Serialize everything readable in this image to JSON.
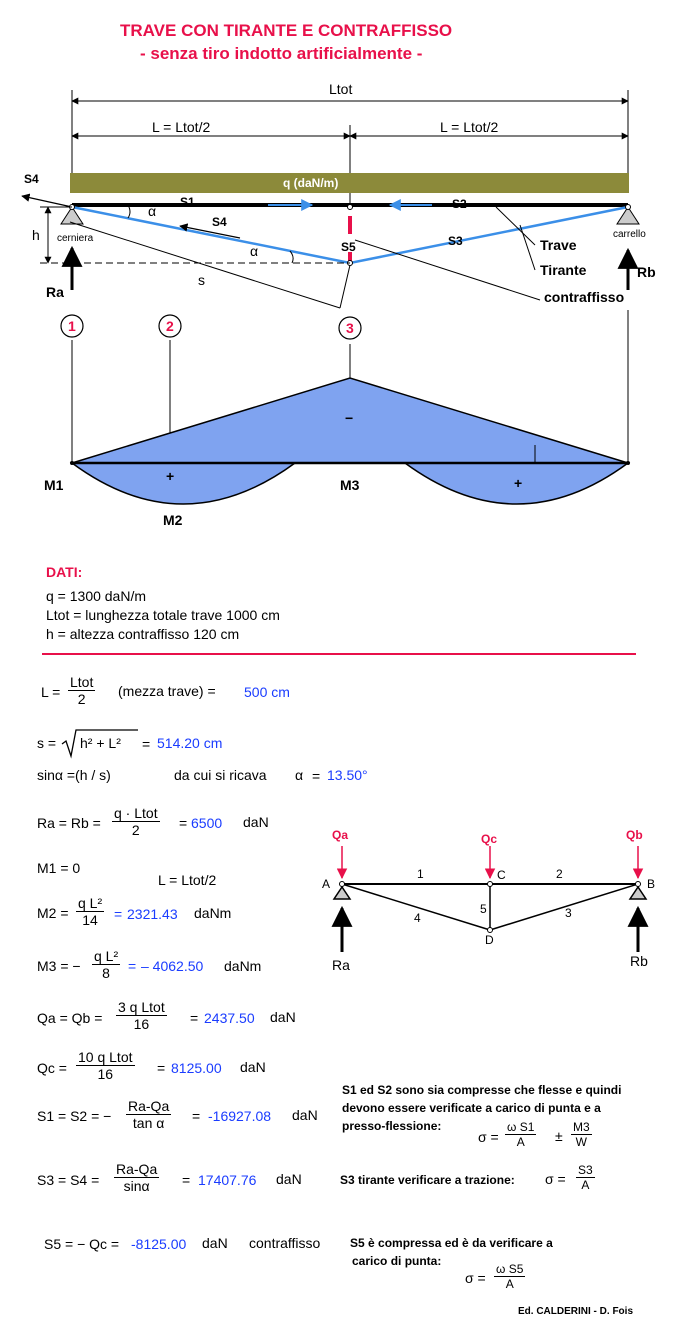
{
  "title": {
    "line1": "TRAVE CON TIRANTE E CONTRAFFISSO",
    "line2": "- senza tiro indotto artificialmente -"
  },
  "diagram": {
    "ltot": "Ltot",
    "l_left": "L = Ltot/2",
    "l_right": "L = Ltot/2",
    "load": "q (daN/m)",
    "s4_ext": "S4",
    "s1": "S1",
    "s2": "S2",
    "s3": "S3",
    "s4": "S4",
    "s5": "S5",
    "alpha1": "α",
    "alpha2": "α",
    "h": "h",
    "s": "s",
    "cerniera": "cerniera",
    "carrello": "carrello",
    "ra": "Ra",
    "rb": "Rb",
    "trave": "Trave",
    "tirante": "Tirante",
    "contraffisso": "contraffisso",
    "sec1": "1",
    "sec2": "2",
    "sec3": "3",
    "minus": "−",
    "plus1": "+",
    "plus2": "+",
    "m1": "M1",
    "m2": "M2",
    "m3": "M3"
  },
  "dati": {
    "heading": "DATI:",
    "q": "q = 1300 daN/m",
    "ltot": "Ltot = lunghezza totale trave 1000 cm",
    "h": "h = altezza contraffisso 120 cm"
  },
  "formulas": {
    "L": {
      "lhs": "L =",
      "num": "Ltot",
      "den": "2",
      "note": "(mezza trave) =",
      "value": "500 cm"
    },
    "s": {
      "lhs": "s =",
      "radicand": "h² + L²",
      "eq": "=",
      "value": "514.20 cm"
    },
    "sin": {
      "lhs": "sinα =(h / s)",
      "note": "da cui si ricava",
      "alpha": "α",
      "eq": "=",
      "value": "13.50°"
    },
    "ra": {
      "lhs": "Ra = Rb =",
      "num": "q · Ltot",
      "den": "2",
      "eq": "=",
      "value": "6500",
      "unit": "daN"
    },
    "m1": {
      "text": "M1 = 0"
    },
    "m2": {
      "lhs": "M2 =",
      "num": "q L²",
      "den": "14",
      "eq": "=",
      "value": "2321.43",
      "unit": "daNm",
      "note": "L = Ltot/2"
    },
    "m3": {
      "lhs": "M3 = −",
      "num": "q L²",
      "den": "8",
      "eq": "=",
      "value": "– 4062.50",
      "unit": "daNm"
    },
    "qa": {
      "lhs": "Qa = Qb =",
      "num": "3 q  Ltot",
      "den": "16",
      "eq": "=",
      "value": "2437.50",
      "unit": "daN"
    },
    "qc": {
      "lhs": "Qc =",
      "num": "10 q  Ltot",
      "den": "16",
      "eq": "=",
      "value": "8125.00",
      "unit": "daN"
    },
    "s1": {
      "lhs": "S1 = S2 = −",
      "num": "Ra-Qa",
      "den": "tan α",
      "eq": "=",
      "value": "-16927.08",
      "unit": "daN"
    },
    "s3": {
      "lhs": "S3 = S4 =",
      "num": "Ra-Qa",
      "den": "sinα",
      "eq": "=",
      "value": "17407.76",
      "unit": "daN"
    },
    "s5": {
      "lhs": "S5 = − Qc =",
      "value": "-8125.00",
      "unit": "daN",
      "note": "contraffisso"
    }
  },
  "truss": {
    "qa": "Qa",
    "qc": "Qc",
    "qb": "Qb",
    "a": "A",
    "b": "B",
    "c": "C",
    "d": "D",
    "m1": "1",
    "m2": "2",
    "m3": "3",
    "m4": "4",
    "m5": "5",
    "ra": "Ra",
    "rb": "Rb"
  },
  "notes": {
    "n1_l1": "S1 ed S2 sono sia compresse che flesse e quindi",
    "n1_l2": "devono essere verificate a carico di punta e a",
    "n1_l3": "presso-flessione:",
    "n1_sigma": "σ =",
    "n1_frac1_num": "ω   S1",
    "n1_frac1_den": "A",
    "n1_pm": "±",
    "n1_frac2_num": "M3",
    "n1_frac2_den": "W",
    "n2": "S3 tirante verificare a trazione:",
    "n2_sigma": "σ =",
    "n2_num": "S3",
    "n2_den": "A",
    "n3_l1": "S5 è compressa ed è da verificare a",
    "n3_l2": "carico di punta:",
    "n3_sigma": "σ =",
    "n3_num": "ω   S5",
    "n3_den": "A"
  },
  "credit": "Ed. CALDERINI - D. Fois",
  "colors": {
    "title": "#e8104a",
    "value": "#1a3cff",
    "load_bar": "#8c8a3a",
    "moment_fill": "#7fa3f0",
    "cable": "#3b8fe8",
    "strut": "#e8104a"
  }
}
